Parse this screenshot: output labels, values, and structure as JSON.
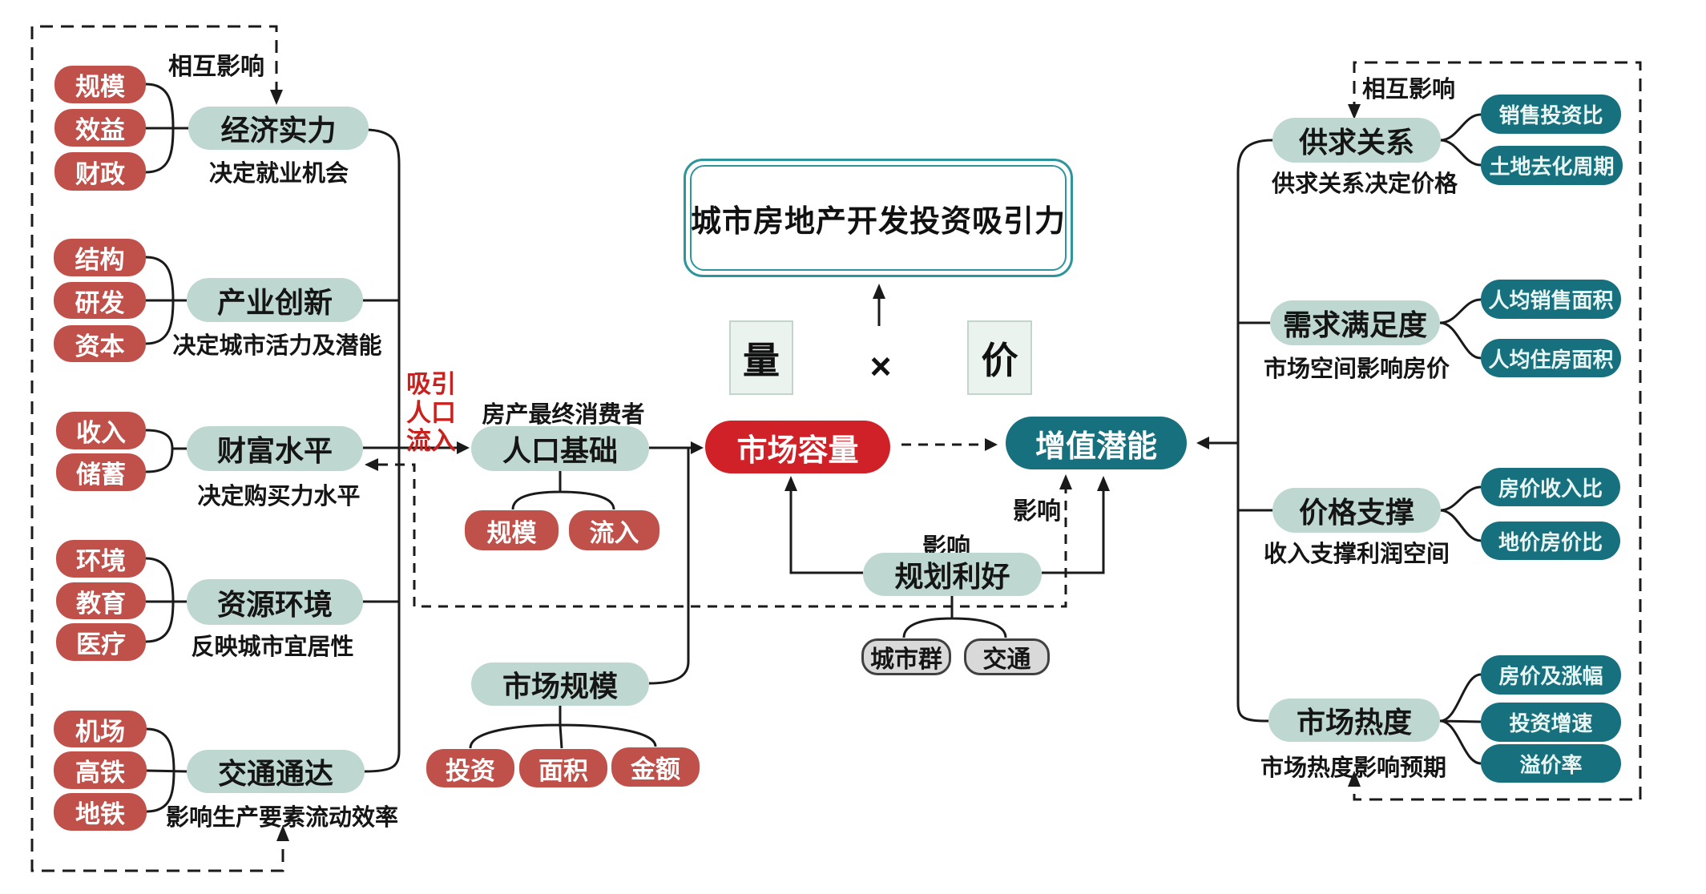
{
  "title": "城市房地产开发投资吸引力",
  "formula": {
    "volume": "量",
    "times": "×",
    "price": "价"
  },
  "center": {
    "market_capacity": "市场容量",
    "appreciation_potential": "增值潜能",
    "attract_label": "吸引人口流入",
    "population_base": {
      "note": "房产最终消费者",
      "label": "人口基础",
      "children": [
        "规模",
        "流入"
      ]
    },
    "market_scale": {
      "label": "市场规模",
      "children": [
        "投资",
        "面积",
        "金额"
      ]
    },
    "planning_benefit": {
      "influence_label": "影响",
      "label": "规划利好",
      "children": [
        "城市群",
        "交通"
      ]
    },
    "influence_label_dashed": "影响"
  },
  "left": {
    "mutual_label": "相互影响",
    "groups": [
      {
        "label": "经济实力",
        "desc": "决定就业机会",
        "children": [
          "规模",
          "效益",
          "财政"
        ]
      },
      {
        "label": "产业创新",
        "desc": "决定城市活力及潜能",
        "children": [
          "结构",
          "研发",
          "资本"
        ]
      },
      {
        "label": "财富水平",
        "desc": "决定购买力水平",
        "children": [
          "收入",
          "储蓄"
        ]
      },
      {
        "label": "资源环境",
        "desc": "反映城市宜居性",
        "children": [
          "环境",
          "教育",
          "医疗"
        ]
      },
      {
        "label": "交通通达",
        "desc": "影响生产要素流动效率",
        "children": [
          "机场",
          "高铁",
          "地铁"
        ]
      }
    ]
  },
  "right": {
    "mutual_label": "相互影响",
    "groups": [
      {
        "label": "供求关系",
        "desc": "供求关系决定价格",
        "children": [
          "销售投资比",
          "土地去化周期"
        ]
      },
      {
        "label": "需求满足度",
        "desc": "市场空间影响房价",
        "children": [
          "人均销售面积",
          "人均住房面积"
        ]
      },
      {
        "label": "价格支撑",
        "desc": "收入支撑利润空间",
        "children": [
          "房价收入比",
          "地价房价比"
        ]
      },
      {
        "label": "市场热度",
        "desc": "市场热度影响预期",
        "children": [
          "房价及涨幅",
          "投资增速",
          "溢价率"
        ]
      }
    ]
  },
  "colors": {
    "accent_red": "#cf2127",
    "muted_red": "#c0504a",
    "light_teal": "#bed8d1",
    "dark_teal": "#17707e",
    "gray_node": "#d9d9d9",
    "label_red": "#c9211e",
    "title_border": "#2e959b",
    "line": "#1a1a1a"
  }
}
